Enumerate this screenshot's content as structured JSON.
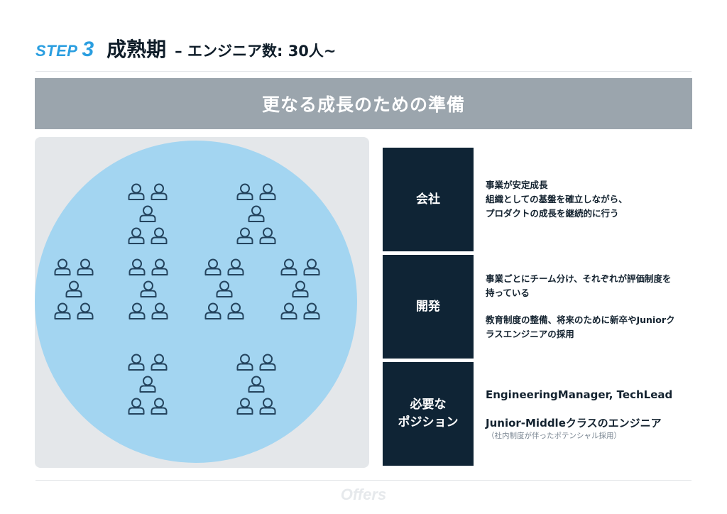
{
  "header": {
    "step_label": "STEP",
    "step_number": "3",
    "title": "成熟期",
    "subtitle": "– エンジニア数: 30人~"
  },
  "banner": {
    "text": "更なる成長のための準備"
  },
  "illustration": {
    "circle_color": "#a3d5f1",
    "panel_color": "#e4e7ea",
    "icon": "person-icon",
    "icon_color": "#24445e",
    "team_count": 8,
    "people_per_team": 5
  },
  "rows": [
    {
      "label": [
        "会社"
      ],
      "lines": [
        "事業が安定成長",
        "組織としての基盤を確立しながら、",
        "プロダクトの成長を継続的に行う"
      ]
    },
    {
      "label": [
        "開発"
      ],
      "lines": [
        "事業ごとにチーム分け、それぞれが評価制度を",
        "持っている",
        "",
        "教育制度の整備、将来のために新卒やJuniorク",
        "ラスエンジニアの採用"
      ]
    },
    {
      "label": [
        "必要な",
        "ポジション"
      ],
      "positions": [
        "EngineeringManager, TechLead",
        "Junior-Middleクラスのエンジニア"
      ],
      "note": "（社内制度が伴ったポテンシャル採用）"
    }
  ],
  "footer": {
    "logo": "Offers"
  },
  "colors": {
    "accent": "#2a9ee0",
    "label_bg": "#0f2435",
    "banner_bg": "#9ba5ad",
    "text": "#13222f"
  }
}
